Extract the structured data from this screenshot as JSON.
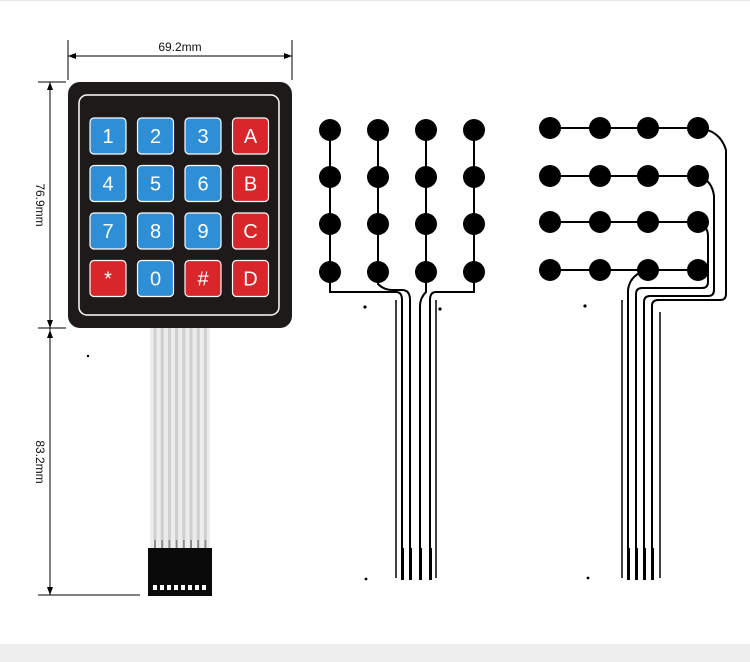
{
  "dimensions": {
    "width_label": "69.2mm",
    "keypad_height_label": "76.9mm",
    "cable_length_label": "83.2mm"
  },
  "keypad": {
    "keys": [
      [
        "1",
        "2",
        "3",
        "A"
      ],
      [
        "4",
        "5",
        "6",
        "B"
      ],
      [
        "7",
        "8",
        "9",
        "C"
      ],
      [
        "*",
        "0",
        "#",
        "D"
      ]
    ],
    "key_types": [
      [
        "num",
        "num",
        "num",
        "letter"
      ],
      [
        "num",
        "num",
        "num",
        "letter"
      ],
      [
        "num",
        "num",
        "num",
        "letter"
      ],
      [
        "sym",
        "num",
        "sym",
        "letter"
      ]
    ],
    "cable_wires": 8,
    "connector_pins": 8
  },
  "colors": {
    "keypad_body": "#1f1a1a",
    "key_blue": "#2f8fd6",
    "key_red": "#d9262b",
    "key_text": "#ffffff",
    "cable": "#cfcfcf",
    "trace": "#000000",
    "dimension_line": "#000000"
  },
  "circuits": [
    {
      "name": "column-layout",
      "pad_rows": 4,
      "pad_cols": 4,
      "orientation": "columns"
    },
    {
      "name": "row-layout",
      "pad_rows": 4,
      "pad_cols": 4,
      "orientation": "rows"
    }
  ]
}
